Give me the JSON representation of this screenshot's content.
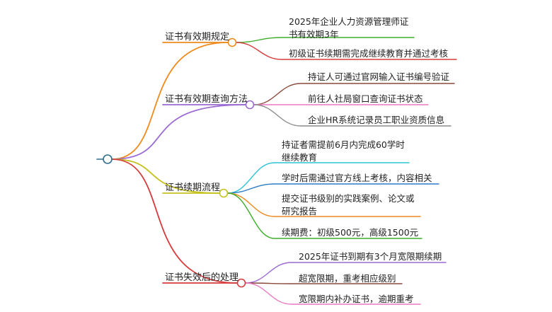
{
  "mindmap": {
    "root_color": "#2f6d8c",
    "branches": [
      {
        "label": "证书有效期规定",
        "color": "#ef8a1c",
        "children": [
          {
            "lines": [
              "2025年企业人力资源管理师证",
              "书有效期3年"
            ],
            "color": "#3fae2a"
          },
          {
            "lines": [
              "初级证书续期需完成继续教育并通过考核"
            ],
            "color": "#d63c3c"
          }
        ]
      },
      {
        "label": "证书有效期查询方法",
        "color": "#9b6ad2",
        "children": [
          {
            "lines": [
              "持证人可通过官网输入证书编号验证"
            ],
            "color": "#8a4a3a"
          },
          {
            "lines": [
              "前往人社局窗口查询证书状态"
            ],
            "color": "#e879c0"
          },
          {
            "lines": [
              "企业HR系统记录员工职业资质信息"
            ],
            "color": "#8c8c8c"
          }
        ]
      },
      {
        "label": "证书续期流程",
        "color": "#c5c21d",
        "children": [
          {
            "lines": [
              "持证者需提前6月内完成60学时",
              "继续教育"
            ],
            "color": "#2fc4d6"
          },
          {
            "lines": [
              "学时后需通过官方线上考核，内容相关"
            ],
            "color": "#2e7bc4"
          },
          {
            "lines": [
              "提交证书级别的实践案例、论文或",
              "研究报告"
            ],
            "color": "#ef8a1c"
          },
          {
            "lines": [
              "续期费：初级500元，高级1500元"
            ],
            "color": "#3fae2a"
          }
        ]
      },
      {
        "label": "证书失效后的处理",
        "color": "#d63c3c",
        "children": [
          {
            "lines": [
              "2025年证书到期有3个月宽限期续期"
            ],
            "color": "#9b6ad2"
          },
          {
            "lines": [
              "超宽限期，重考相应级别"
            ],
            "color": "#8a4a3a"
          },
          {
            "lines": [
              "宽限期内补办证书，逾期重考"
            ],
            "color": "#e879c0"
          }
        ]
      }
    ]
  }
}
